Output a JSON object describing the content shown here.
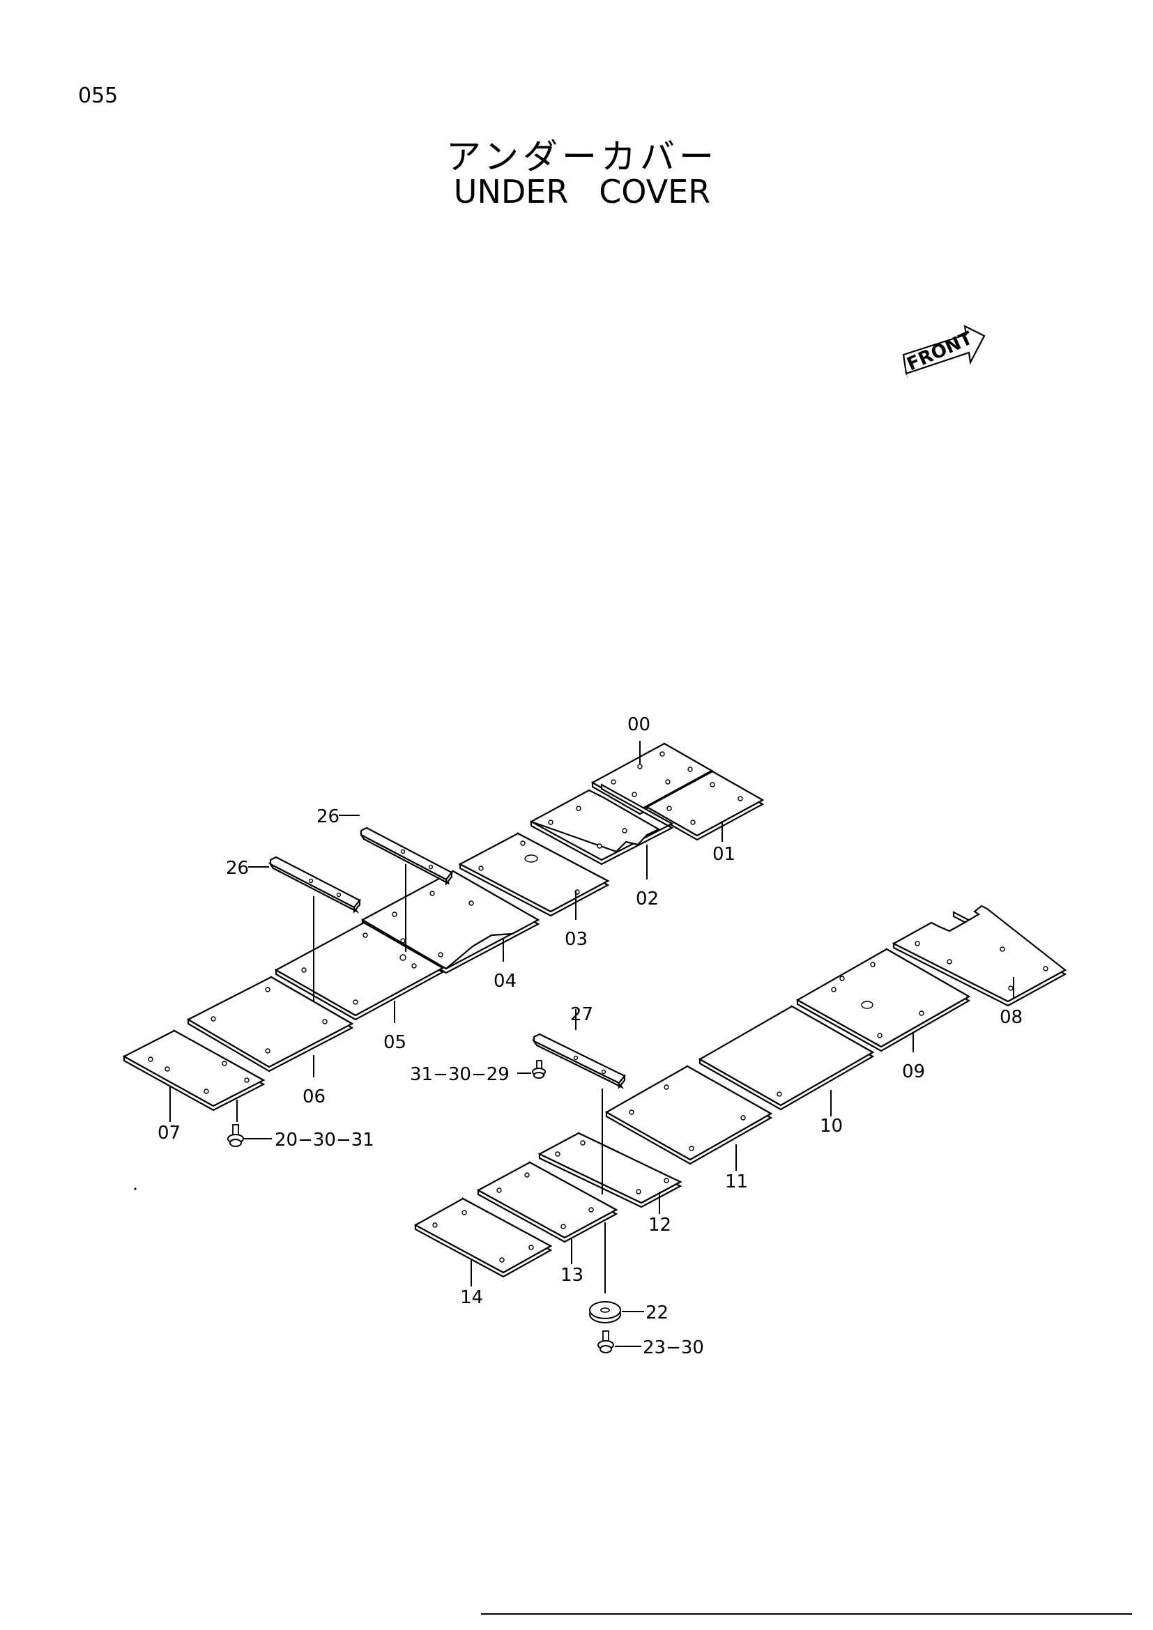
{
  "page_code": "055",
  "title_jp": "アンダーカバー",
  "title_en": "UNDER   COVER",
  "front_label": "FRONT",
  "part_labels": {
    "p00": "00",
    "p01": "01",
    "p02": "02",
    "p03": "03",
    "p04": "04",
    "p05": "05",
    "p06": "06",
    "p07": "07",
    "p08": "08",
    "p09": "09",
    "p10": "10",
    "p11": "11",
    "p12": "12",
    "p13": "13",
    "p14": "14",
    "p26a": "26",
    "p26b": "26",
    "p27": "27",
    "p22": "22",
    "bolt_20_30_31": "20−30−31",
    "bolt_31_30_29": "31−30−29",
    "bolt_23_30": "23−30"
  }
}
